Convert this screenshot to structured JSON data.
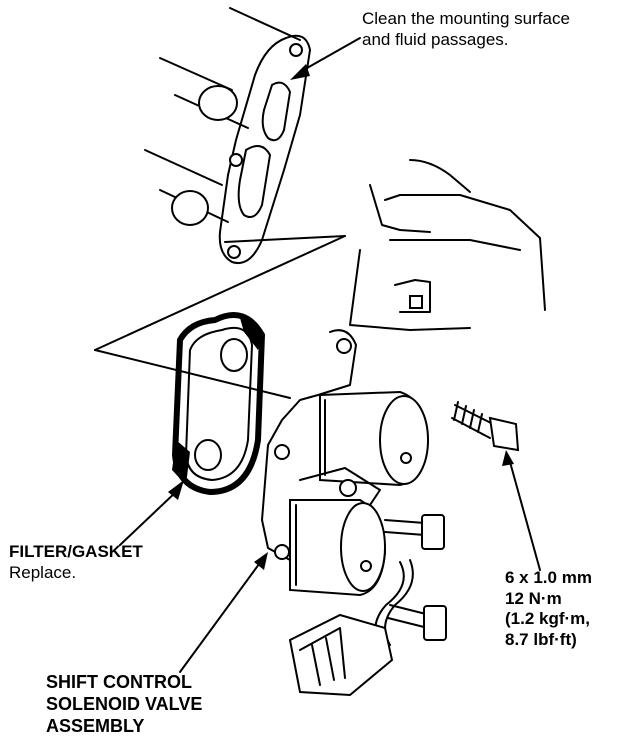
{
  "callouts": {
    "mounting_surface": {
      "line1": "Clean the mounting surface",
      "line2": "and fluid passages."
    },
    "filter_gasket": {
      "name": "FILTER/GASKET",
      "note": "Replace."
    },
    "solenoid_assembly": {
      "line1": "SHIFT CONTROL",
      "line2": "SOLENOID VALVE",
      "line3": "ASSEMBLY"
    },
    "bolt_spec": {
      "size": "6 x 1.0 mm",
      "torque_nm": "12 N·m",
      "torque_kgfm": "(1.2 kgf·m,",
      "torque_lbfft": "8.7 lbf·ft)"
    }
  }
}
